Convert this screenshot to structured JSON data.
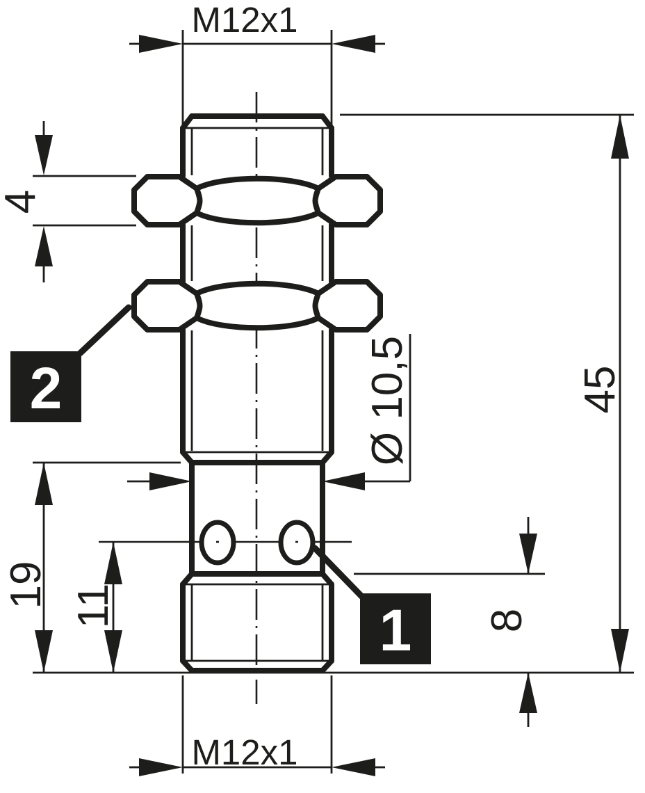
{
  "drawing": {
    "title": "M12 threaded cylindrical sensor dimensional drawing",
    "type": "technical-dimension-drawing",
    "units": "mm",
    "dimensions": {
      "thread_top": "M12x1",
      "thread_bottom": "M12x1",
      "nut_height": "4",
      "total_length": "45",
      "mid_diameter": "Ø 10,5",
      "lower_section_length": "19",
      "hole_center_from_bottom": "11",
      "bottom_thread_length": "8"
    },
    "callouts": [
      {
        "label": "1",
        "points_to": "side-hole"
      },
      {
        "label": "2",
        "points_to": "hex-nut"
      }
    ],
    "colors": {
      "line": "#1d1d1b",
      "background": "#ffffff",
      "callout_bg": "#1d1d1b",
      "callout_text": "#ffffff"
    }
  }
}
